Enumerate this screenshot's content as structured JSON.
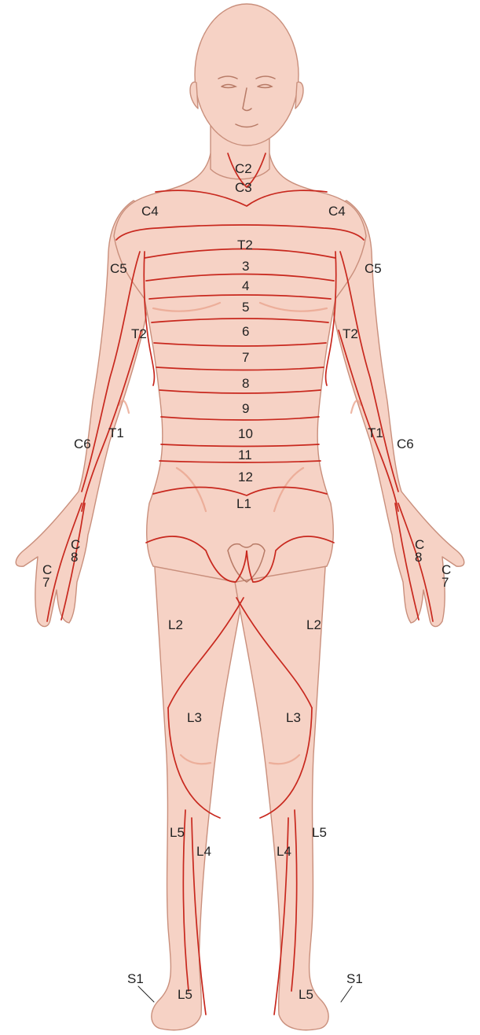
{
  "colors": {
    "skin": "#f6d2c5",
    "outline": "#c98f7c",
    "line": "#c8281e",
    "face": "#b77a66",
    "crease": "#eaa58e",
    "text": "#222222"
  },
  "labels": {
    "c2": "C2",
    "c3": "C3",
    "c4_right": "C4",
    "c4_left": "C4",
    "c5_right": "C5",
    "c5_left": "C5",
    "t2": "T2",
    "t3": "3",
    "t4": "4",
    "t5": "5",
    "t6": "6",
    "t7": "7",
    "t8": "8",
    "t9": "9",
    "t10": "10",
    "t11": "11",
    "t12": "12",
    "l1": "L1",
    "t2_arm_right": "T2",
    "t2_arm_left": "T2",
    "c6_right": "C6",
    "c6_left": "C6",
    "t1_right": "T1",
    "t1_left": "T1",
    "c8_right": "C\n8",
    "c8_left": "C\n8",
    "c7_right": "C\n7",
    "c7_left": "C\n7",
    "l2_right": "L2",
    "l2_left": "L2",
    "l3_right": "L3",
    "l3_left": "L3",
    "l5_shin_right": "L5",
    "l5_shin_left": "L5",
    "l4_right": "L4",
    "l4_left": "L4",
    "s1_right": "S1",
    "s1_left": "S1",
    "l5_foot_right": "L5",
    "l5_foot_left": "L5"
  }
}
